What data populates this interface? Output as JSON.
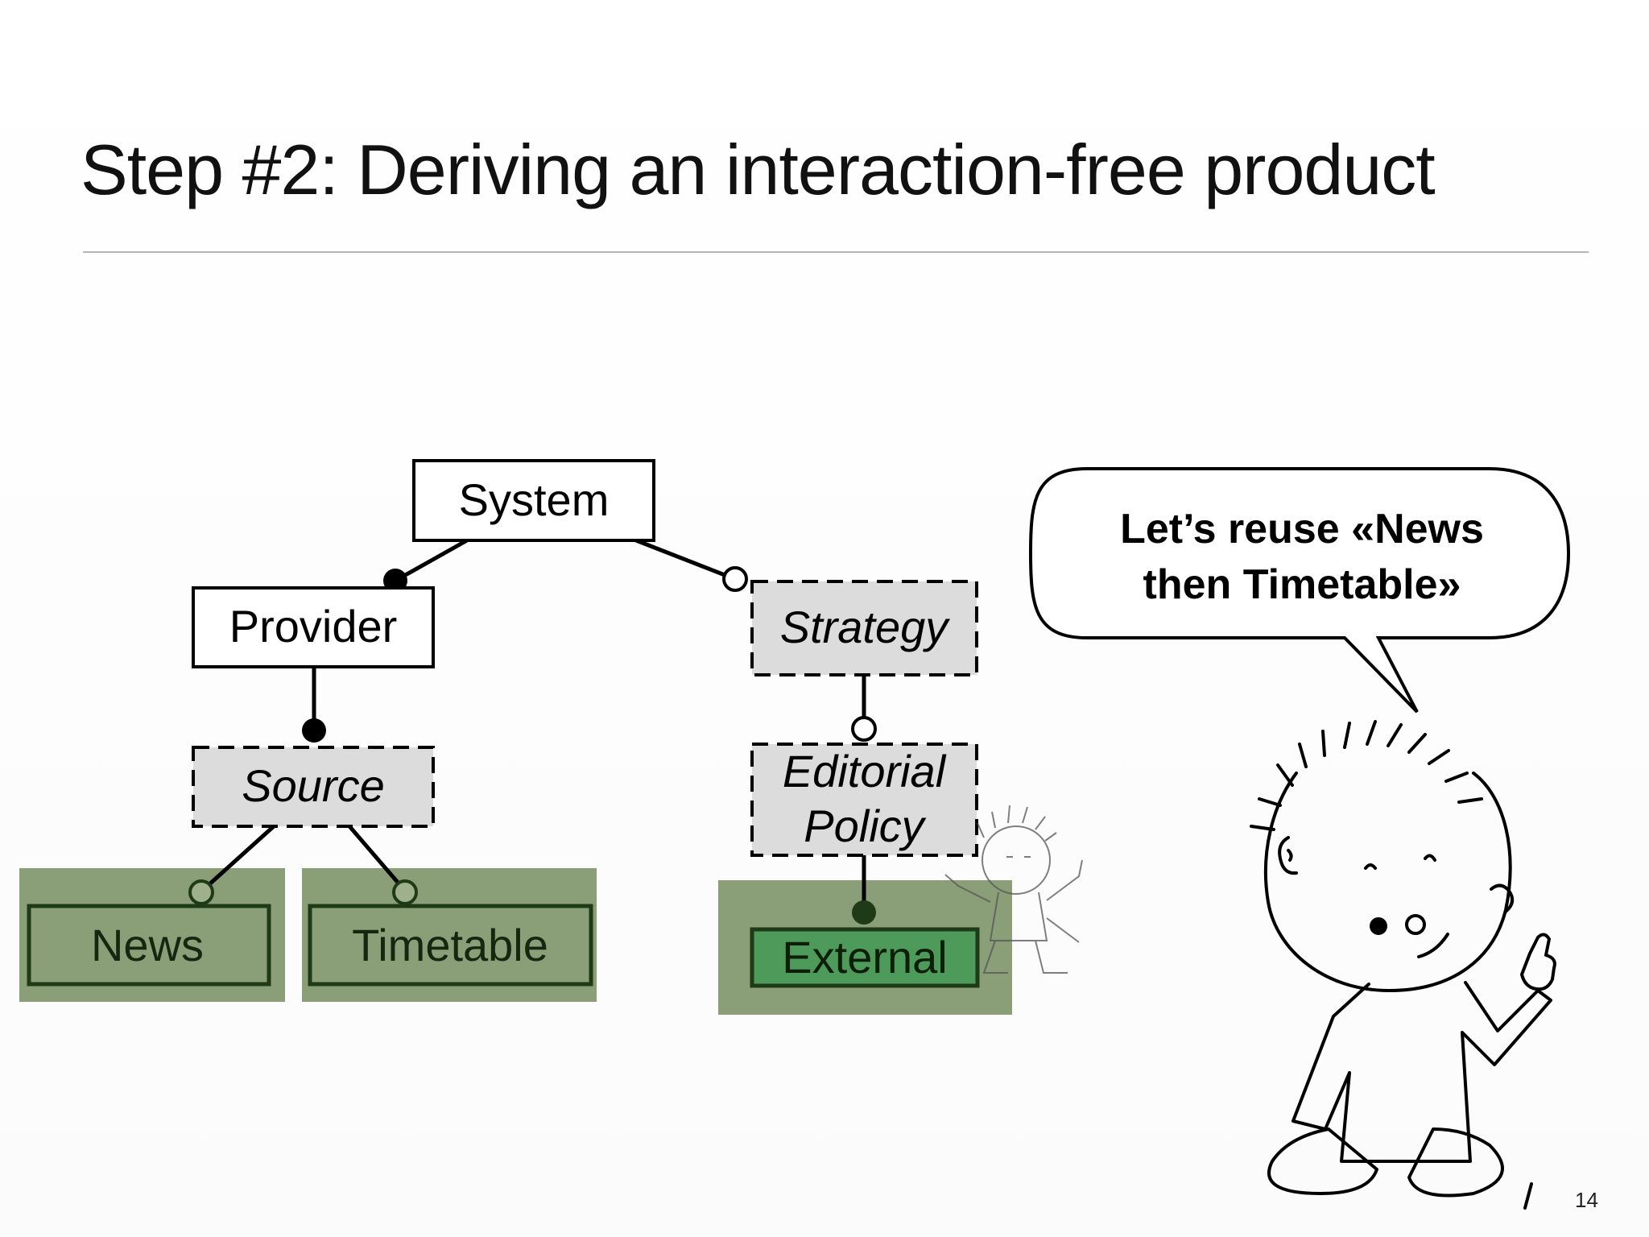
{
  "slide": {
    "title": "Step #2: Deriving an interaction-free product",
    "page_number": "14"
  },
  "features": {
    "system": "System",
    "provider": "Provider",
    "strategy": "Strategy",
    "source": "Source",
    "editorial_line1": "Editorial",
    "editorial_line2": "Policy",
    "news": "News",
    "timetable": "Timetable",
    "external": "External"
  },
  "bubble": {
    "line1": "Let’s reuse «News",
    "line2": "then Timetable»"
  },
  "colors": {
    "selected_fill": "#8a9e78",
    "external_fill": "#4e9a5b",
    "abstract_fill": "#dcdcdc",
    "dark_green_border": "#1f3a17"
  }
}
